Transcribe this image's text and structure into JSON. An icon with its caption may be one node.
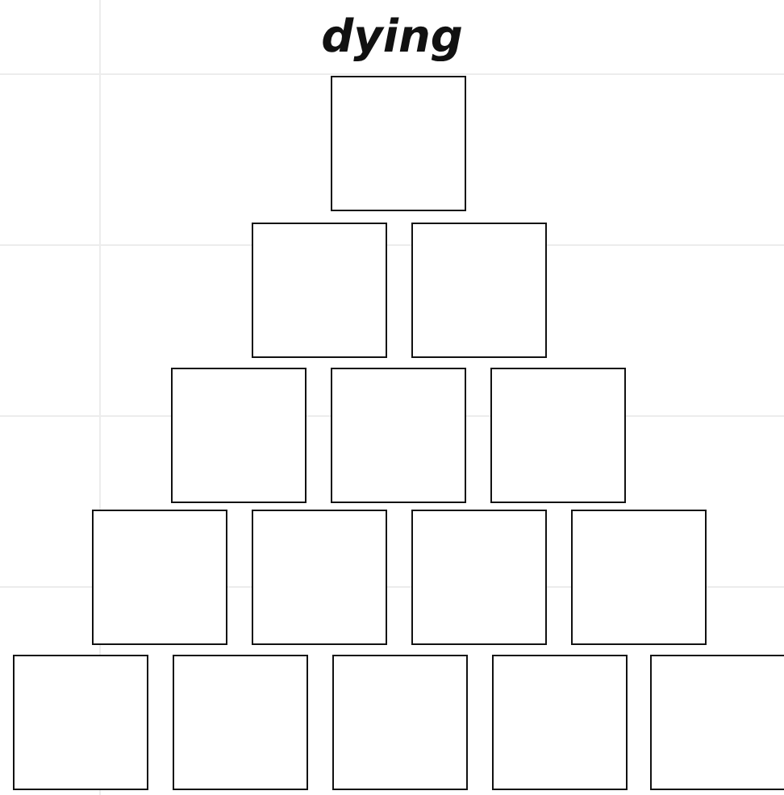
{
  "diagram": {
    "title": "dying",
    "nodes": [
      {
        "text": [],
        "shape": "box"
      },
      {
        "text": [],
        "shape": "box"
      },
      {
        "text": [],
        "shape": "box"
      },
      {
        "text": [],
        "shape": "box"
      },
      {
        "text": [],
        "shape": "box"
      },
      {
        "text": [],
        "shape": "box"
      },
      {
        "text": [],
        "shape": "box"
      },
      {
        "text": [],
        "shape": "box"
      },
      {
        "text": [],
        "shape": "box"
      },
      {
        "text": [],
        "shape": "box"
      },
      {
        "text": [],
        "shape": "box"
      },
      {
        "text": [],
        "shape": "box"
      },
      {
        "text": [],
        "shape": "box"
      },
      {
        "text": [],
        "shape": "box"
      },
      {
        "text": [],
        "shape": "box"
      }
    ]
  }
}
